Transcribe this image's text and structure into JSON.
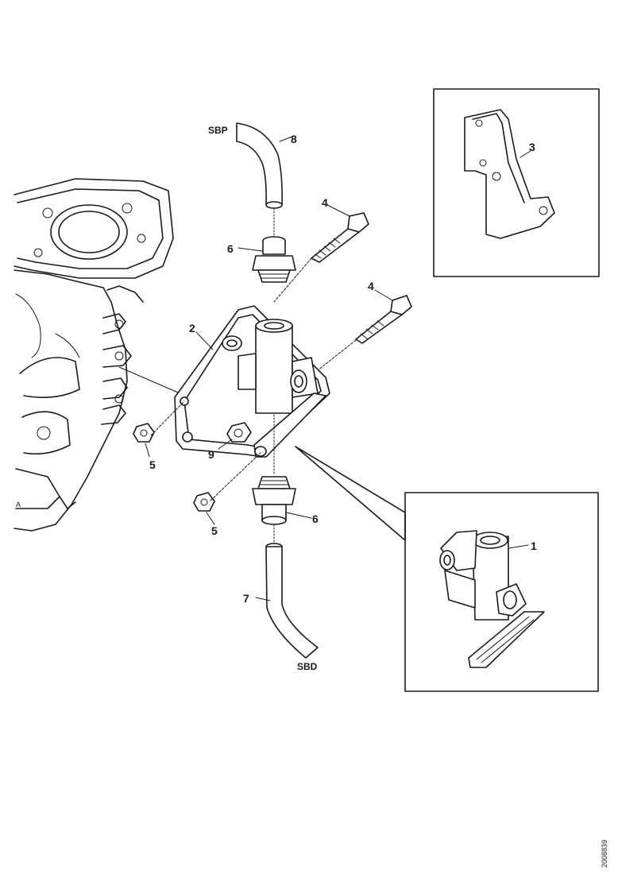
{
  "labels": {
    "hose_top_label": "SBP",
    "hose_bottom_label": "SBD",
    "part_1": "1",
    "part_2": "2",
    "part_3": "3",
    "part_4_upper": "4",
    "part_4_lower": "4",
    "part_5_left": "5",
    "part_5_lower": "5",
    "part_6_upper": "6",
    "part_6_lower": "6",
    "part_7": "7",
    "part_8": "8",
    "part_9": "9",
    "figure_code": "2008839"
  }
}
